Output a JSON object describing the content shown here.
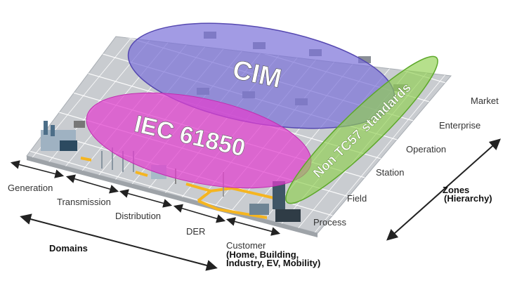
{
  "overlays": {
    "cim": {
      "label": "CIM",
      "color": "#7a70d8"
    },
    "iec": {
      "label": "IEC 61850",
      "color": "#e23fcf"
    },
    "non_tc57": {
      "label": "Non TC57 standards",
      "color": "#8fd04e"
    }
  },
  "zones": {
    "title": "Zones",
    "subtitle": "(Hierarchy)",
    "items": [
      "Market",
      "Enterprise",
      "Operation",
      "Station",
      "Field",
      "Process"
    ]
  },
  "domains": {
    "title": "Domains",
    "items": [
      "Generation",
      "Transmission",
      "Distribution",
      "DER",
      "Customer"
    ],
    "customer_detail_1": "(Home, Building,",
    "customer_detail_2": "Industry, EV, Mobility)"
  }
}
